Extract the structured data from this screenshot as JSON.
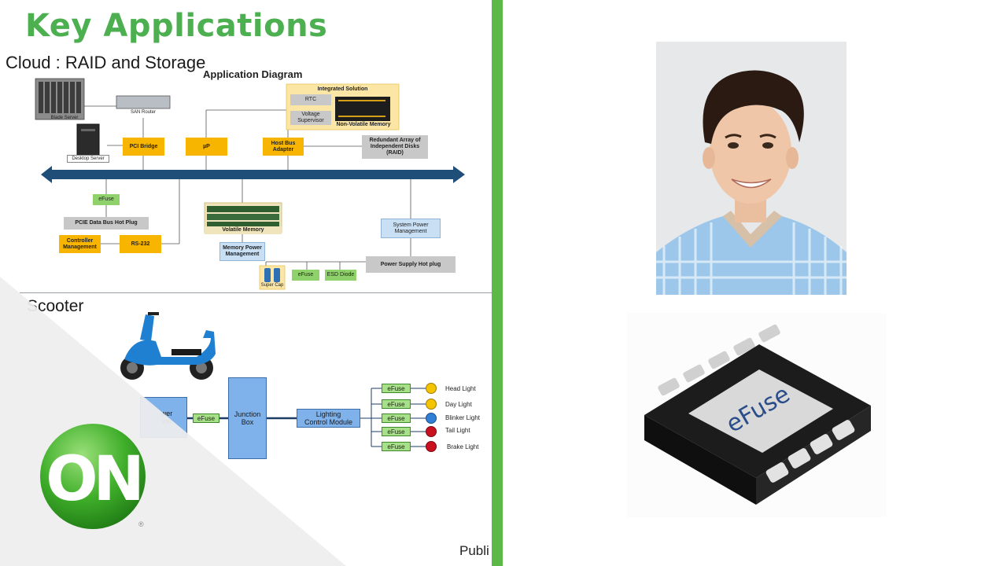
{
  "slide": {
    "title": "Key Applications",
    "subtitle": "Cloud :  RAID and Storage",
    "diagram_title": "Application Diagram",
    "scooter_title": "Scooter",
    "footer_partial": "Publi",
    "cloud_diagram": {
      "blade_server": "Blade Server",
      "san_router": "SAN Router",
      "desktop_server": "Desktop Server",
      "pci_bridge": "PCI Bridge",
      "up": "µP",
      "host_bus_adapter": "Host Bus Adapter",
      "raid": "Redundant Array of Independent Disks (RAID)",
      "integrated_solution": "Integrated Solution",
      "rtc": "RTC",
      "voltage_supervisor": "Voltage Supervisor",
      "non_volatile_memory": "Non-Volatile Memory",
      "efuse": "eFuse",
      "pcie_hot_plug": "PCIE Data Bus Hot Plug",
      "controller_management": "Controller Management",
      "rs232": "RS-232",
      "volatile_memory": "Volatile Memory",
      "memory_power_management": "Memory Power Management",
      "system_power_management": "System Power Management",
      "power_supply_hot_plug": "Power Supply Hot plug",
      "super_cap": "Super Cap",
      "efuse2": "eFuse",
      "esd_diode": "ESD Diode"
    },
    "scooter_diagram": {
      "power_partial": "wer",
      "distribution_partial": "ion",
      "efuse": "eFuse",
      "junction_box": "Junction Box",
      "lighting_control": "Lighting Control Module",
      "outputs": [
        {
          "efuse": "eFuse",
          "label": "Head Light",
          "color": "#f5c400"
        },
        {
          "efuse": "eFuse",
          "label": "Day Light",
          "color": "#f5c400"
        },
        {
          "efuse": "eFuse",
          "label": "Blinker Light",
          "color": "#2f7fd6"
        },
        {
          "efuse": "eFuse",
          "label": "Tail Light",
          "color": "#c8101e"
        },
        {
          "efuse": "eFuse",
          "label": "Brake Light",
          "color": "#c8101e"
        }
      ]
    },
    "logo_text": "ON",
    "registered": "®"
  },
  "chip": {
    "label": "eFuse"
  },
  "colors": {
    "accent_green": "#5cb847",
    "title_green": "#4caf50"
  }
}
